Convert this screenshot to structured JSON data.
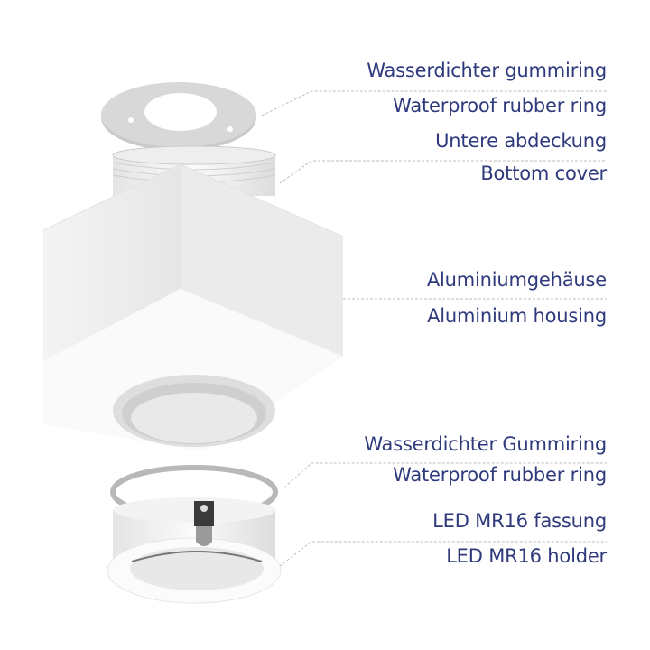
{
  "labels": {
    "top_ring_de": "Wasserdichter gummiring",
    "top_ring_en": "Waterproof rubber ring",
    "bottom_cover_de": "Untere abdeckung",
    "bottom_cover_en": "Bottom cover",
    "housing_de": "Aluminiumgehäuse",
    "housing_en": "Aluminium housing",
    "lower_ring_de": "Wasserdichter Gummiring",
    "lower_ring_en": "Waterproof rubber ring",
    "holder_de": "LED MR16 fassung",
    "holder_en": "LED MR16 holder"
  },
  "colors": {
    "text": "#2f3a7c",
    "leader": "#b8b8b8"
  }
}
